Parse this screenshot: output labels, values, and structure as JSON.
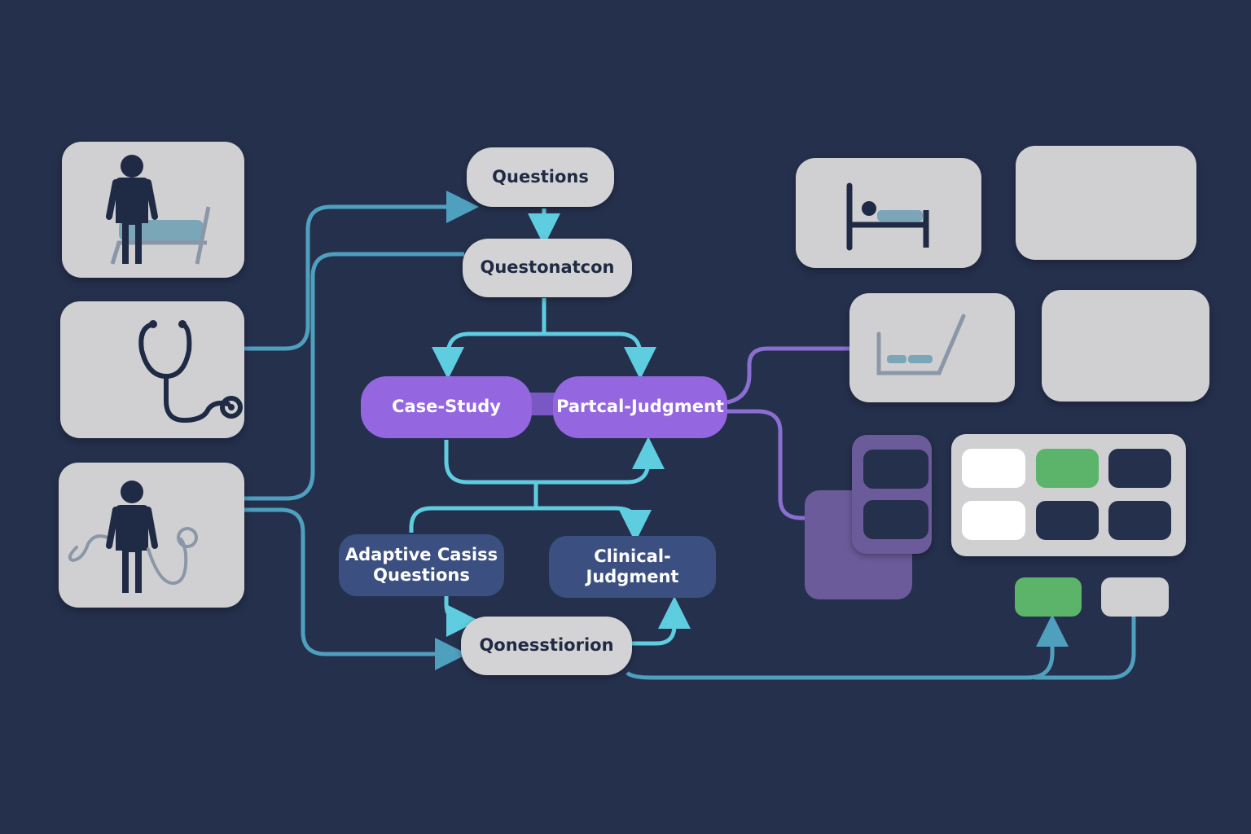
{
  "nodes": {
    "questions": "Questions",
    "questonatcon": "Questonatcon",
    "case_study": "Case-Study",
    "partcal_judgment": "Partcal-Judgment",
    "adaptive_line1": "Adaptive Casiss",
    "adaptive_line2": "Questions",
    "clinical_judgment": "Clinical-Judgment",
    "qonesstiorion": "Qonesstiorion"
  },
  "icons": {
    "card1": "patient-with-bed-icon",
    "card2": "stethoscope-icon",
    "card3": "patient-with-stethoscope-icon",
    "card_bed": "hospital-bed-icon",
    "card_reclined_bed": "reclined-bed-icon"
  },
  "colors": {
    "background": "#25304d",
    "card": "#d0d0d2",
    "connector_cyan": "#5fcde0",
    "connector_teal": "#4f9fbf",
    "connector_purple": "#8a6fd0",
    "node_purple": "#9466e0",
    "node_navy": "#3b5080",
    "tile_white": "#ffffff",
    "tile_green": "#5bb46a",
    "tile_dark": "#25304d"
  }
}
